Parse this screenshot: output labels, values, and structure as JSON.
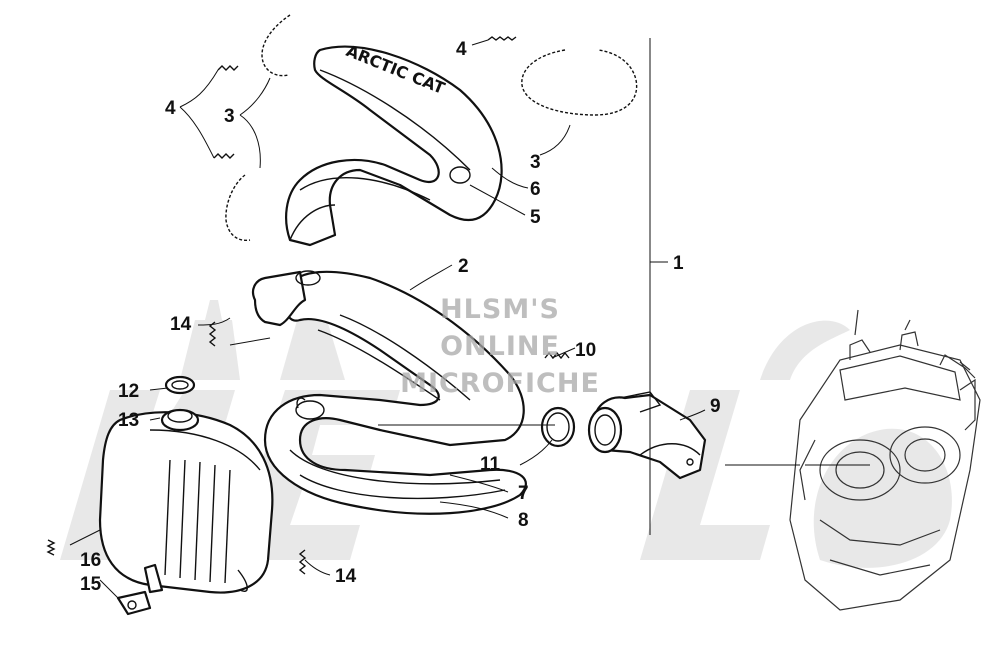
{
  "watermark": {
    "line1": "HLSM'S",
    "line2": "ONLINE",
    "line3": "MICROFICHE"
  },
  "logo_text": "ARCTIC CAT",
  "callouts": [
    {
      "id": "c1",
      "label": "1"
    },
    {
      "id": "c2",
      "label": "2"
    },
    {
      "id": "c3a",
      "label": "3"
    },
    {
      "id": "c3b",
      "label": "3"
    },
    {
      "id": "c4a",
      "label": "4"
    },
    {
      "id": "c4b",
      "label": "4"
    },
    {
      "id": "c5",
      "label": "5"
    },
    {
      "id": "c6",
      "label": "6"
    },
    {
      "id": "c7",
      "label": "7"
    },
    {
      "id": "c8",
      "label": "8"
    },
    {
      "id": "c9",
      "label": "9"
    },
    {
      "id": "c10",
      "label": "10"
    },
    {
      "id": "c11",
      "label": "11"
    },
    {
      "id": "c12",
      "label": "12"
    },
    {
      "id": "c13",
      "label": "13"
    },
    {
      "id": "c14a",
      "label": "14"
    },
    {
      "id": "c14b",
      "label": "14"
    },
    {
      "id": "c15",
      "label": "15"
    },
    {
      "id": "c16",
      "label": "16"
    }
  ]
}
